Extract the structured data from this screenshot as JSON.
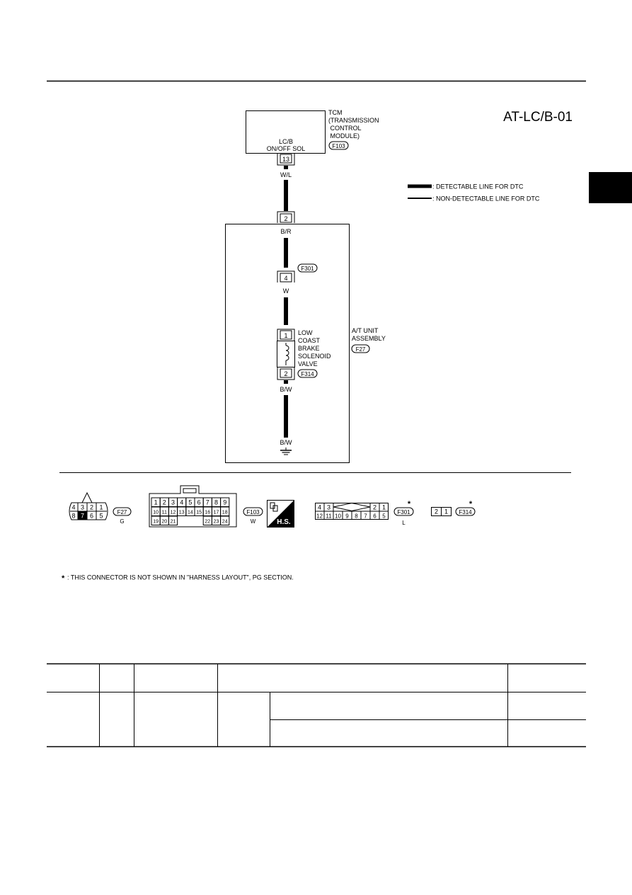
{
  "diagram_id": "AT-LC/B-01",
  "tcm": {
    "lines": [
      "TCM",
      "(TRANSMISSION",
      " CONTROL",
      " MODULE)"
    ],
    "connector": "F103",
    "terminal_name_lines": [
      "LC/B",
      "ON/OFF SOL"
    ],
    "terminal": "13"
  },
  "legend": {
    "detectable": ": DETECTABLE LINE FOR DTC",
    "non_detectable": ": NON-DETECTABLE LINE FOR DTC"
  },
  "wires": {
    "w1": "W/L",
    "w2": "B/R",
    "w3": "W",
    "w4": "B/W",
    "w5": "B/W"
  },
  "at_unit": {
    "lines": [
      "A/T UNIT",
      "ASSEMBLY"
    ],
    "connector": "F27",
    "junction_terminal": "2",
    "inner_connector": "F301",
    "inner_terminal": "4"
  },
  "solenoid": {
    "lines": [
      "LOW",
      "COAST",
      "BRAKE",
      "SOLENOID",
      "VALVE"
    ],
    "terminal_top": "1",
    "terminal_bottom": "2",
    "connector": "F314"
  },
  "connectors": {
    "f27": {
      "id": "F27",
      "color": "G",
      "top_row": [
        "4",
        "3",
        "2",
        "1"
      ],
      "bottom_row": [
        "8",
        "7",
        "6",
        "5"
      ]
    },
    "f103": {
      "id": "F103",
      "color": "W",
      "row1": [
        "1",
        "2",
        "3",
        "4",
        "5",
        "6",
        "7",
        "8",
        "9"
      ],
      "row2": [
        "10",
        "11",
        "12",
        "13",
        "14",
        "15",
        "16",
        "17",
        "18"
      ],
      "row3_left": [
        "19",
        "20",
        "21"
      ],
      "row3_right": [
        "22",
        "23",
        "24"
      ]
    },
    "hs_badge": "H.S.",
    "f301": {
      "id": "F301",
      "color": "L",
      "top_left": [
        "4",
        "3"
      ],
      "top_right": [
        "2",
        "1"
      ],
      "bottom_row": [
        "12",
        "11",
        "10",
        "9",
        "8",
        "7",
        "6",
        "5"
      ]
    },
    "f314": {
      "id": "F314",
      "row": [
        "2",
        "1"
      ]
    },
    "star": "*"
  },
  "footnote": {
    "star": "*",
    "text": ": THIS CONNECTOR IS NOT SHOWN IN \"HARNESS LAYOUT\", PG SECTION."
  },
  "colors": {
    "line": "#000000",
    "background": "#ffffff",
    "tab": "#000000"
  }
}
